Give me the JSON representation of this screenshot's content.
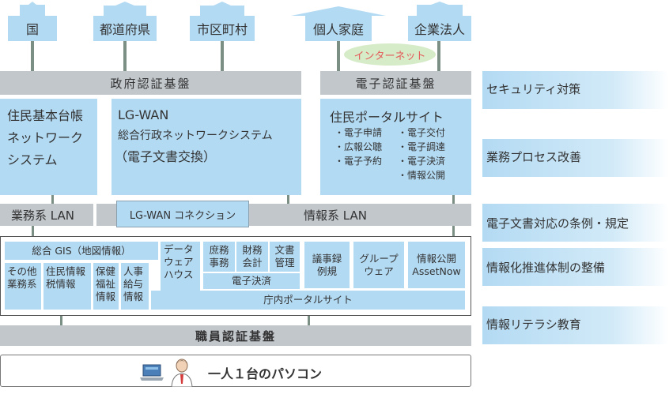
{
  "top_entities": [
    "国",
    "都道府県",
    "市区町村",
    "個人家庭",
    "企業法人"
  ],
  "internet_label": "インターネット",
  "bars": {
    "gov_auth": "政府認証基盤",
    "e_auth": "電子認証基盤",
    "gyomu_lan": "業務系 LAN",
    "lgwan_connection": "LG-WAN コネクション",
    "joho_lan": "情報系 LAN",
    "staff_auth": "職員認証基盤",
    "one_pc": "一人１台のパソコン"
  },
  "systems": {
    "juki": [
      "住民基本台帳",
      "ネットワーク",
      "システム"
    ],
    "lgwan": {
      "title": "LG-WAN",
      "subtitle": "総合行政ネットワークシステム",
      "note": "（電子文書交換）"
    },
    "portal": {
      "title": "住民ポータルサイト",
      "left": [
        "・電子申請",
        "・広報公聴",
        "・電子予約"
      ],
      "right": [
        "・電子交付",
        "・電子調達",
        "・電子決済",
        "・情報公開"
      ]
    }
  },
  "apps": {
    "gis": "総合 GIS（地図情報）",
    "other": [
      "その他",
      "業務系"
    ],
    "resident_tax": [
      "住民情報",
      "税情報"
    ],
    "health": [
      "保健",
      "福祉",
      "情報"
    ],
    "hr": [
      "人事",
      "給与",
      "情報"
    ],
    "dwh": [
      "データ",
      "ウェア",
      "ハウス"
    ],
    "general": [
      "庶務",
      "事務"
    ],
    "finance": [
      "財務",
      "会計"
    ],
    "docs": [
      "文書",
      "管理"
    ],
    "e_settlement": "電子決済",
    "minutes": [
      "議事録",
      "例規"
    ],
    "groupware": [
      "グループ",
      "ウェア"
    ],
    "disclosure": [
      "情報公開",
      "AssetNow"
    ],
    "intra_portal": "庁内ポータルサイト"
  },
  "measures": [
    "セキュリティ対策",
    "業務プロセス改善",
    "電子文書対応の条例・規定",
    "情報化推進体制の整備",
    "情報リテラシ教育"
  ]
}
